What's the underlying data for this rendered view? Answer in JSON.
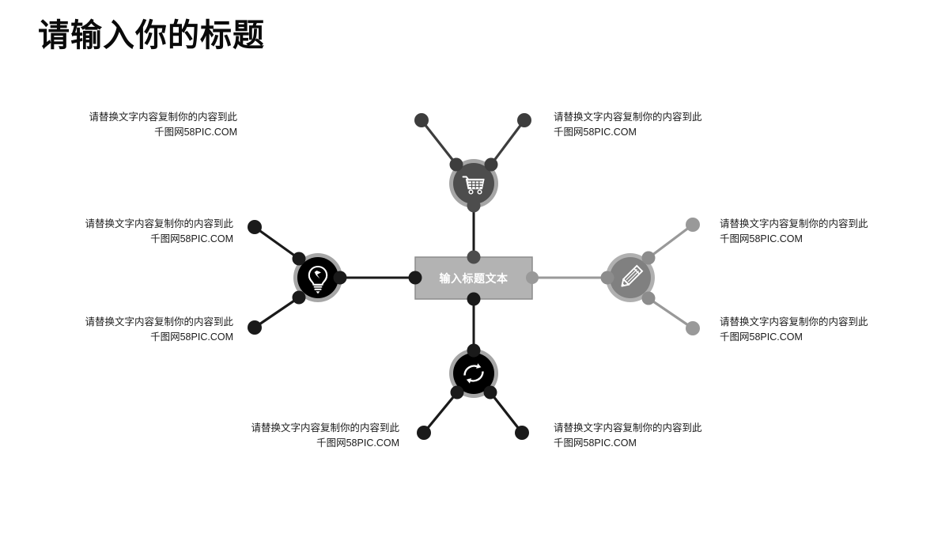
{
  "slide": {
    "title": "请输入你的标题",
    "background_color": "#ffffff"
  },
  "diagram": {
    "type": "hub-and-spoke-mind-map",
    "center": {
      "label": "输入标题文本",
      "fill_color": "#b3b3b3",
      "border_color": "#8c8c8c",
      "text_color": "#ffffff"
    },
    "nodes": [
      {
        "id": "node-top",
        "icon": "shopping-cart-icon",
        "position": "top",
        "circle_color": "#4d4d4d",
        "ring_color": "#a6a6a6",
        "branches": [
          "label-top-left",
          "label-top-right"
        ]
      },
      {
        "id": "node-left",
        "icon": "lightbulb-icon",
        "position": "left",
        "circle_color": "#000000",
        "ring_color": "#a6a6a6",
        "branches": [
          "label-left-top",
          "label-left-bottom"
        ]
      },
      {
        "id": "node-right",
        "icon": "pencil-icon",
        "position": "right",
        "circle_color": "#808080",
        "ring_color": "#b0b0b0",
        "branches": [
          "label-right-top",
          "label-right-bottom"
        ]
      },
      {
        "id": "node-bottom",
        "icon": "refresh-icon",
        "position": "bottom",
        "circle_color": "#000000",
        "ring_color": "#a6a6a6",
        "branches": [
          "label-bottom-left",
          "label-bottom-right"
        ]
      }
    ],
    "labels": {
      "top_left": {
        "line1": "请替换文字内容复制你的内容到此",
        "line2": "千图网58PIC.COM"
      },
      "top_right": {
        "line1": "请替换文字内容复制你的内容到此",
        "line2": "千图网58PIC.COM"
      },
      "left_top": {
        "line1": "请替换文字内容复制你的内容到此",
        "line2": "千图网58PIC.COM"
      },
      "left_bottom": {
        "line1": "请替换文字内容复制你的内容到此",
        "line2": "千图网58PIC.COM"
      },
      "right_top": {
        "line1": "请替换文字内容复制你的内容到此",
        "line2": "千图网58PIC.COM"
      },
      "right_bottom": {
        "line1": "请替换文字内容复制你的内容到此",
        "line2": "千图网58PIC.COM"
      },
      "bottom_left": {
        "line1": "请替换文字内容复制你的内容到此",
        "line2": "千图网58PIC.COM"
      },
      "bottom_right": {
        "line1": "请替换文字内容复制你的内容到此",
        "line2": "千图网58PIC.COM"
      }
    },
    "colors": {
      "dark_connector": "#1a1a1a",
      "mid_connector": "#4d4d4d",
      "light_connector": "#999999",
      "text": "#1a1a1a"
    }
  }
}
